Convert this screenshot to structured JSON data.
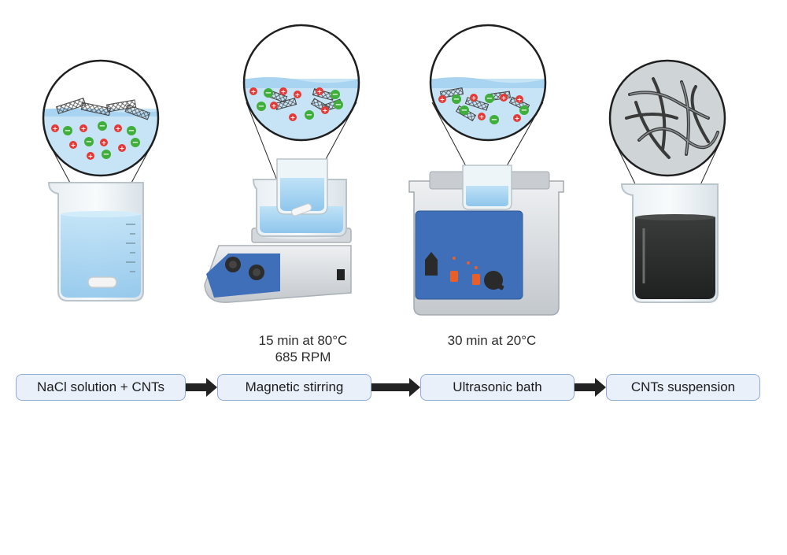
{
  "steps": [
    {
      "label": "NaCl solution + CNTs"
    },
    {
      "label": "Magnetic stirring"
    },
    {
      "label": "Ultrasonic bath"
    },
    {
      "label": "CNTs suspension"
    }
  ],
  "conditions": {
    "stirring_line1": "15 min at 80°C",
    "stirring_line2": "685 RPM",
    "ultrasonic": "30 min at 20°C"
  },
  "colors": {
    "box_fill": "#e9f0fa",
    "box_border": "#8eaad6",
    "water": "#a9d4f0",
    "positive_ion": "#e53935",
    "negative_ion": "#3fae3a",
    "suspension": "#2f3030",
    "device_blue": "#3f6fb8"
  },
  "icons": [
    "beaker-icon",
    "stir-bar-icon",
    "hotplate-stirrer-icon",
    "ultrasonic-bath-icon",
    "magnifier-zoom-icon",
    "cation-icon",
    "anion-icon",
    "cnt-icon",
    "arrow-right-icon"
  ]
}
